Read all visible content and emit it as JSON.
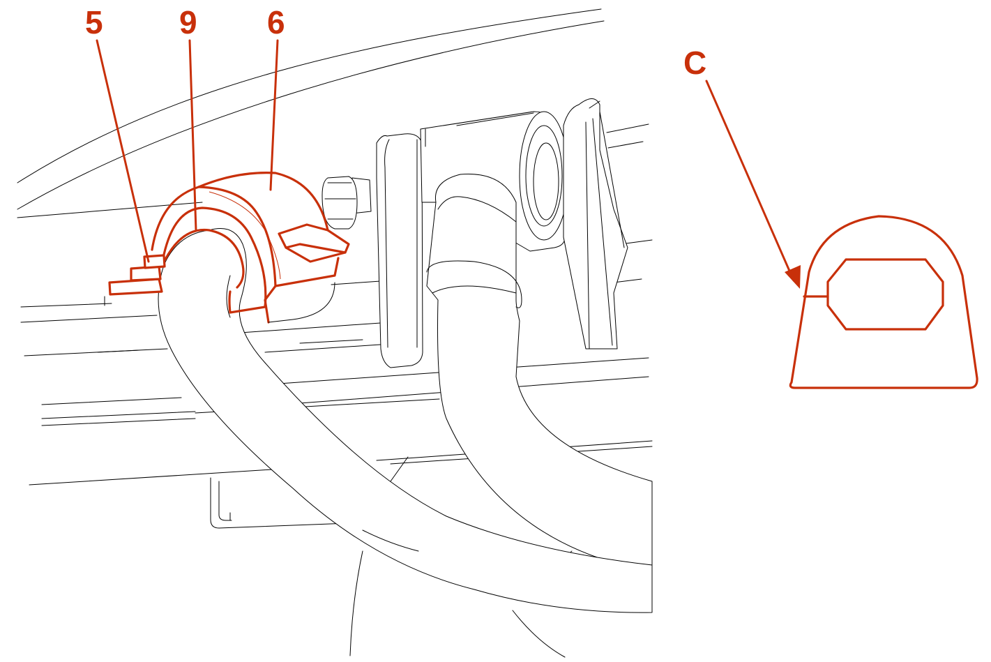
{
  "colors": {
    "highlight": "#c8300a",
    "line": "#000000",
    "background": "#ffffff"
  },
  "callouts": {
    "part_5": "5",
    "part_9": "9",
    "part_6": "6",
    "detail_c": "C"
  }
}
